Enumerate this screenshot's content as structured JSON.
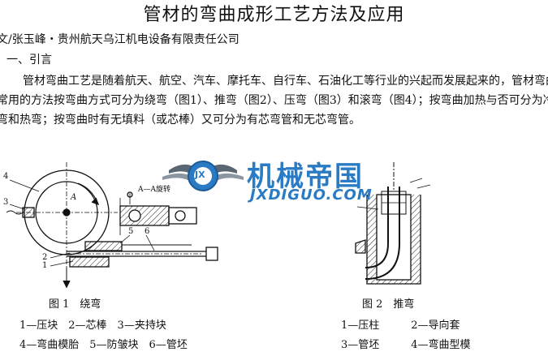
{
  "title": "管材的弯曲成形工艺方法及应用",
  "author": "文/张玉峰・贵州航天乌江机电设备有限责任公司",
  "section_heading": "一、引言",
  "paragraph": "管材弯曲工艺是随着航天、航空、汽车、摩托车、自行车、石油化工等行业的兴起而发展起来的，管材弯曲常用的方法按弯曲方式可分为绕弯（图1）、推弯（图2）、压弯（图3）和滚弯（图4）；按弯曲加热与否可分为冷弯和热弯；按弯曲时有无填料（或芯棒）又可分为有芯弯管和无芯弯管。",
  "watermark": {
    "cn_text": "机械帝国",
    "en_text": "JXDIGUO.COM",
    "logo_letter": "JX",
    "color": "#2a7bc4"
  },
  "figure1": {
    "caption": "图 1　绕弯",
    "labels": [
      "1",
      "2",
      "3",
      "4",
      "5",
      "6"
    ],
    "section_label": "A—A旋转",
    "A_label": "A",
    "legend_line1": "1—压块　2—芯棒　3—夹持块",
    "legend_line2": "4—弯曲模胎　5—防皱块　6—管坯"
  },
  "figure2": {
    "caption": "图 2　推弯",
    "legend_line1": "1—压柱　　　2—导向套",
    "legend_line2": "3—管坯　　　4—弯曲型模"
  }
}
